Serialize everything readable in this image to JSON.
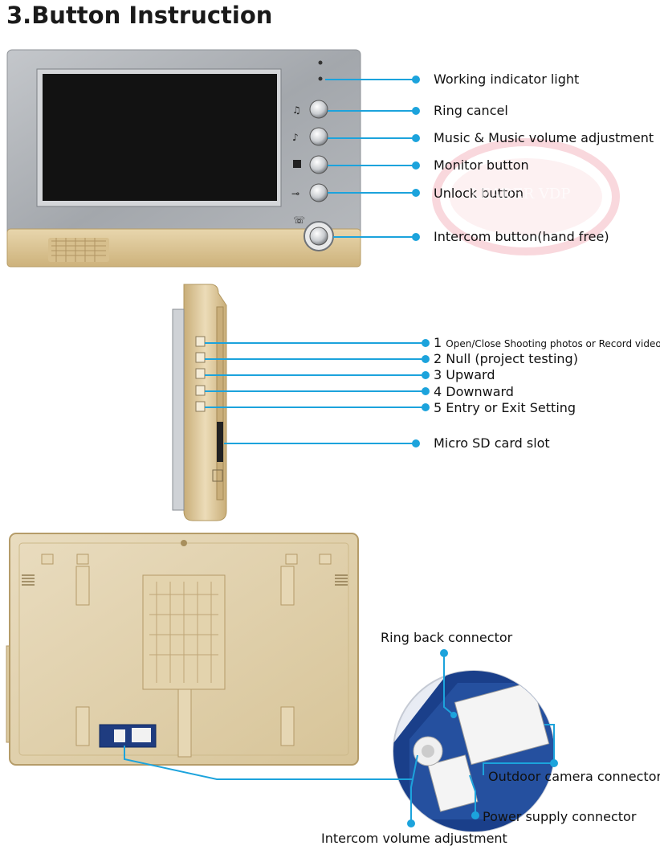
{
  "title": "3.Button Instruction",
  "watermark": "LEADER VDP",
  "front_labels": [
    "Working indicator light",
    "Ring cancel",
    "Music & Music volume adjustment",
    "Monitor button",
    "Unlock button",
    "Intercom button(hand free)"
  ],
  "side_labels": [
    {
      "num": "1",
      "text": "Open/Close Shooting photos or Record video"
    },
    {
      "num": "2",
      "text": "Null (project testing)"
    },
    {
      "num": "3",
      "text": "Upward"
    },
    {
      "num": "4",
      "text": "Downward"
    },
    {
      "num": "5",
      "text": "Entry or Exit Setting"
    }
  ],
  "sd_label": "Micro SD card slot",
  "back_labels": {
    "ring_back": "Ring back connector",
    "outdoor_camera": "Outdoor camera connector",
    "power_supply": "Power supply connector",
    "intercom_volume": "Intercom volume adjustment"
  },
  "colors": {
    "callout": "#1ca3dc",
    "panel_gold": "#dcc594",
    "panel_silver": "#a9adb2",
    "screen": "#121212",
    "pcb_blue": "#1a3f8a"
  }
}
